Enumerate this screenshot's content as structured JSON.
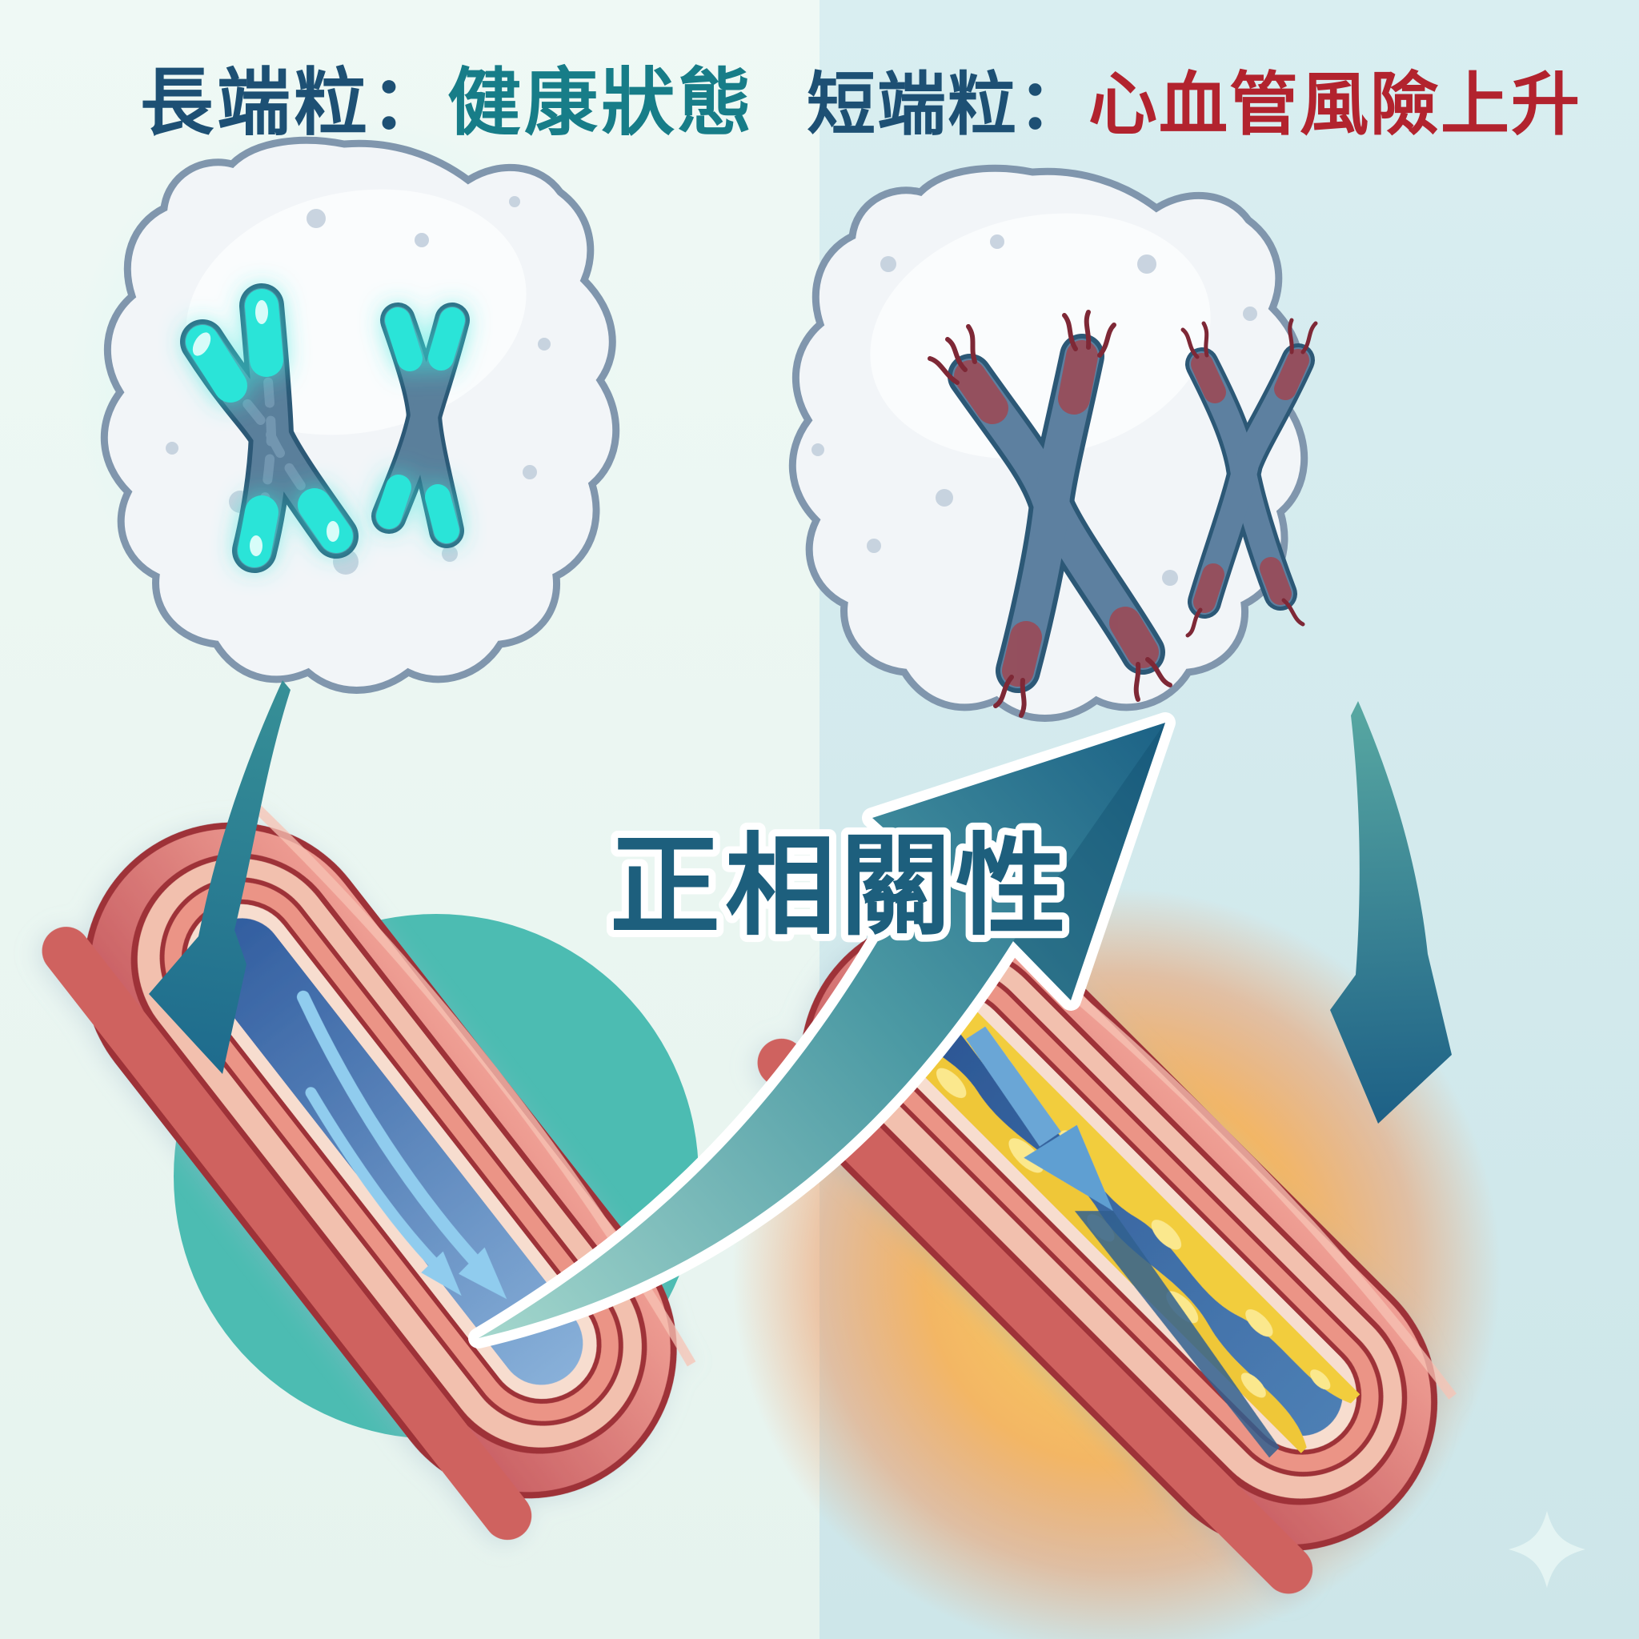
{
  "titles": {
    "left": {
      "prefix": "長端粒：",
      "suffix": "健康狀態"
    },
    "right": {
      "prefix": "短端粒：",
      "suffix": "心血管風險上升"
    }
  },
  "center_label": "正相關性",
  "colors": {
    "title_blue": "#1d5074",
    "healthy_teal": "#177d88",
    "risk_red": "#b2232e",
    "correlation_text": "#1d5f7d",
    "bg_left": "#ebf7f3",
    "bg_right": "#d3eaec",
    "telomere_cyan": "#29e4d8",
    "damaged_tip_red": "#9a4a57",
    "chromosome_body": "#5a7f9b",
    "arrow_teal_dark": "#1c6286",
    "vessel_red": "#cf5f63",
    "plaque_yellow": "#f2cd3c",
    "healthy_circle_teal": "#4cbcb2",
    "risk_glow_orange": "#f6b259",
    "sparkle_white": "#e4f4f3"
  }
}
